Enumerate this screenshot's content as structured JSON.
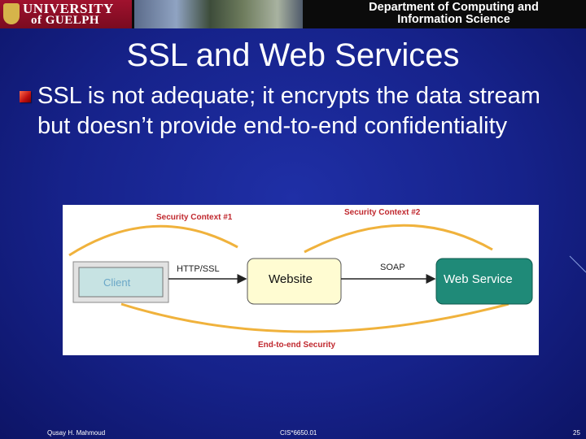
{
  "banner": {
    "university_line1": "UNIVERSITY",
    "university_line2": "of GUELPH",
    "department_line1": "Department of Computing and",
    "department_line2": "Information Science"
  },
  "slide": {
    "title": "SSL and Web Services",
    "bullet": "SSL is not adequate; it encrypts the data stream but doesn’t provide end-to-end confidentiality"
  },
  "diagram": {
    "context1": "Security Context #1",
    "context2": "Security Context #2",
    "client": "Client",
    "http_ssl": "HTTP/SSL",
    "website": "Website",
    "soap": "SOAP",
    "web_service": "Web Service",
    "end_to_end": "End-to-end Security",
    "colors": {
      "arc": "#f0b23c",
      "client_box": "#c7e3e3",
      "website_box": "#fffcd2",
      "web_service_box": "#1f8a78",
      "label": "#c0282e"
    }
  },
  "footer": {
    "author": "Qusay H. Mahmoud",
    "course": "CIS*6650.01",
    "page": "25"
  }
}
